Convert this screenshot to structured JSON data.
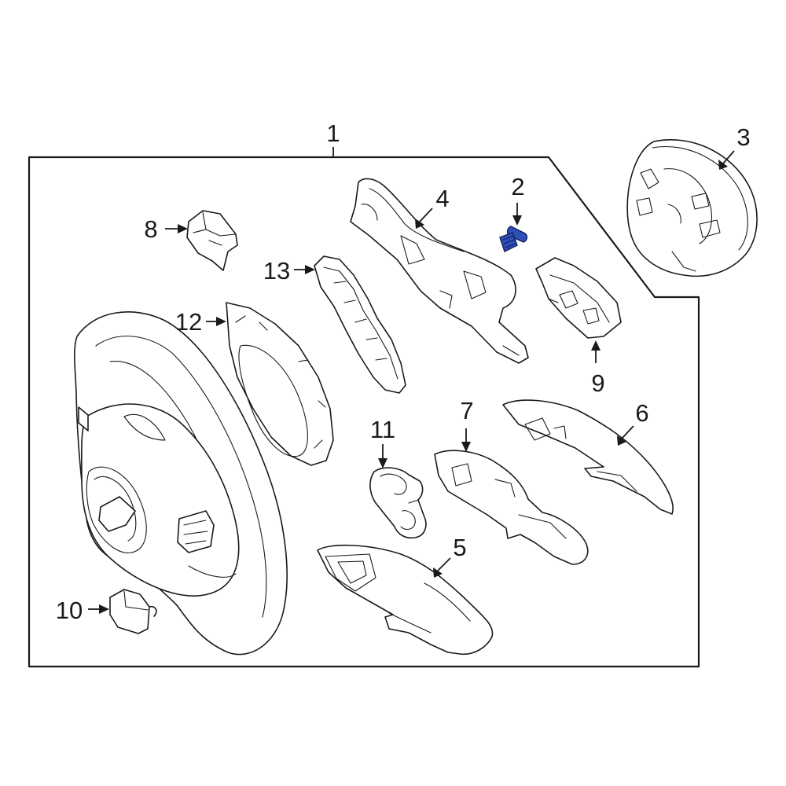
{
  "callouts": [
    {
      "id": "1",
      "label": "1"
    },
    {
      "id": "2",
      "label": "2",
      "highlighted": true
    },
    {
      "id": "3",
      "label": "3"
    },
    {
      "id": "4",
      "label": "4"
    },
    {
      "id": "5",
      "label": "5"
    },
    {
      "id": "6",
      "label": "6"
    },
    {
      "id": "7",
      "label": "7"
    },
    {
      "id": "8",
      "label": "8"
    },
    {
      "id": "9",
      "label": "9"
    },
    {
      "id": "10",
      "label": "10"
    },
    {
      "id": "11",
      "label": "11"
    },
    {
      "id": "12",
      "label": "12"
    },
    {
      "id": "13",
      "label": "13"
    }
  ],
  "colors": {
    "line": "#1a1a1a",
    "highlight": "#2f4fb8",
    "background": "#ffffff"
  }
}
